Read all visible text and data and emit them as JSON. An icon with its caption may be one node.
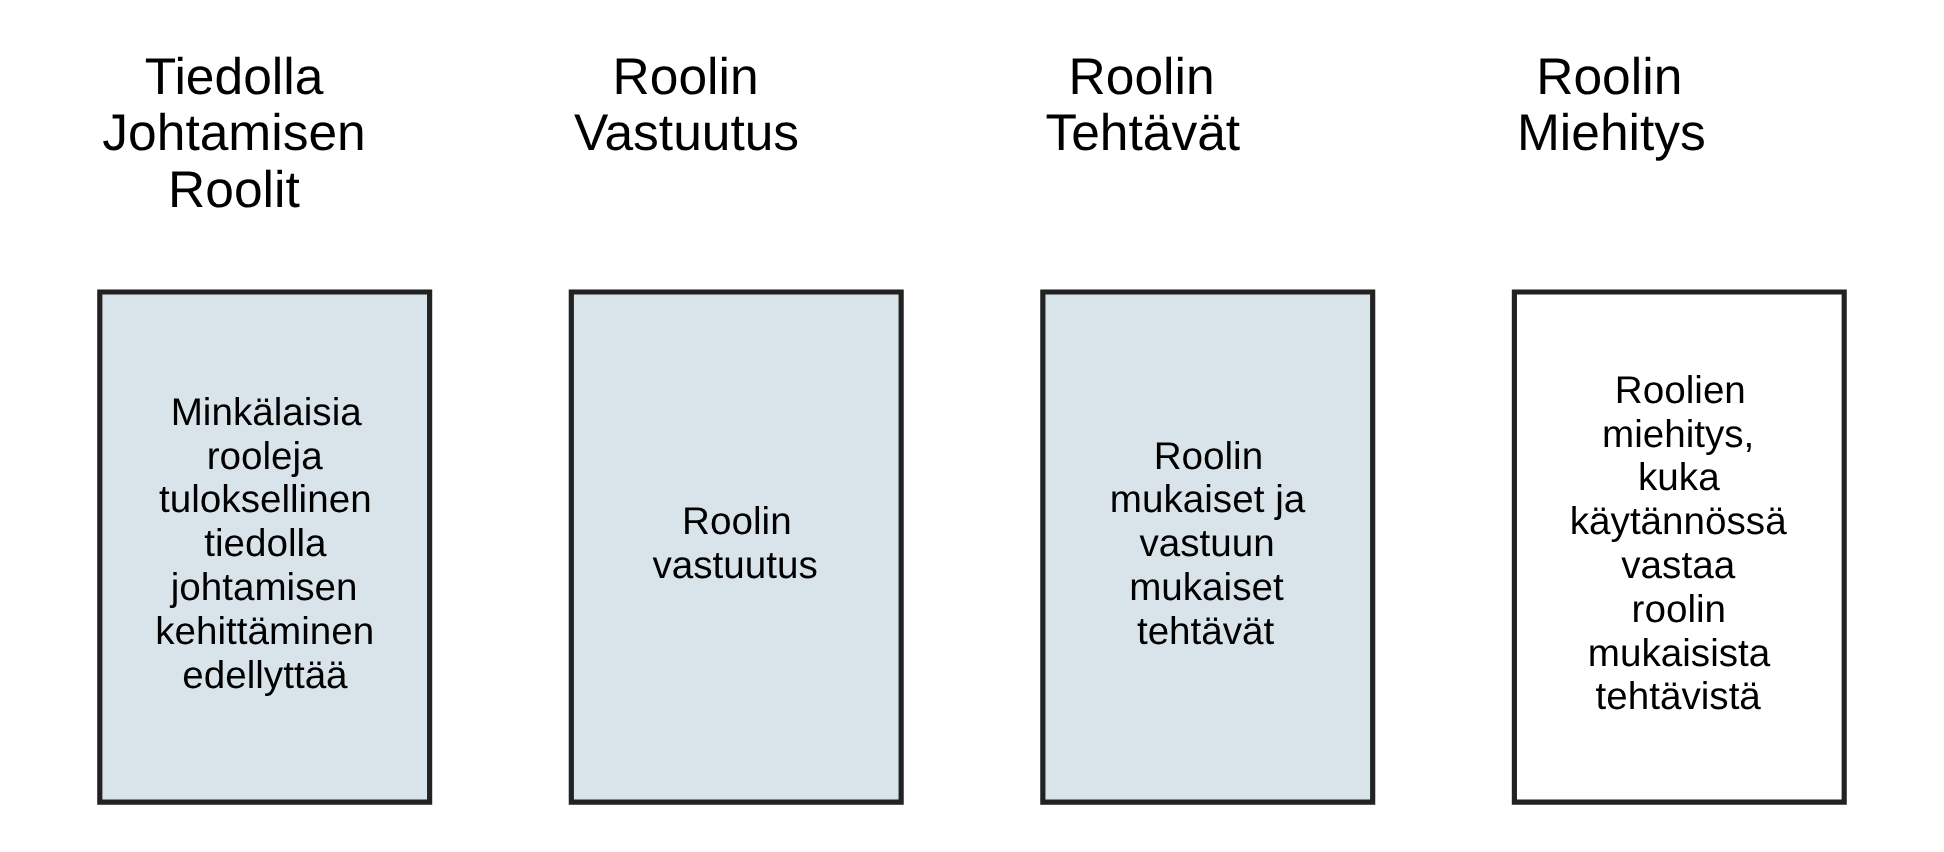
{
  "diagram": {
    "nodes": [
      {
        "text": [
          "Tiedolla Johtamisen Roolit",
          "Minkälaisia rooleja tuloksellinen tiedolla johtamisen kehittäminen edellyttää"
        ]
      },
      {
        "text": [
          "Roolin Vastuutus",
          "Roolin vastuutus"
        ]
      },
      {
        "text": [
          "Roolin Tehtävät",
          "Roolin mukaiset ja vastuun mukaiset tehtävät"
        ]
      },
      {
        "text": [
          "Roolin Miehitys",
          "Roolien miehitys, kuka käytännössä vastaa roolin mukaisista tehtävistä"
        ]
      }
    ]
  }
}
